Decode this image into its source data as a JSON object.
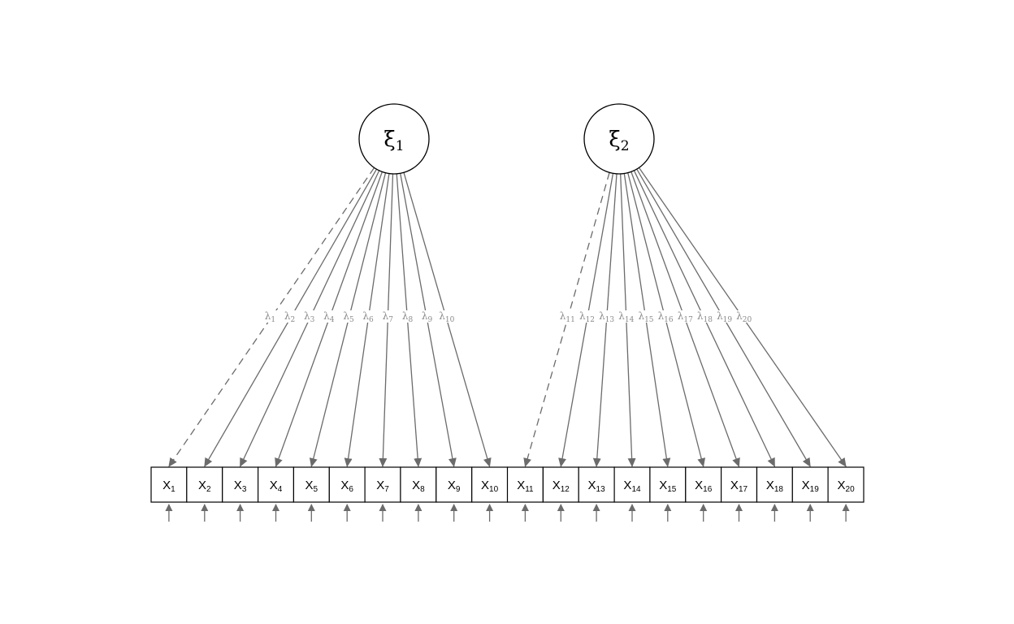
{
  "diagram": {
    "type": "measurement-model",
    "latents": [
      {
        "symbol": "ξ",
        "sub": "1",
        "indicators": [
          0,
          1,
          2,
          3,
          4,
          5,
          6,
          7,
          8,
          9
        ]
      },
      {
        "symbol": "ξ",
        "sub": "2",
        "indicators": [
          10,
          11,
          12,
          13,
          14,
          15,
          16,
          17,
          18,
          19
        ]
      }
    ],
    "indicators": [
      {
        "base": "X",
        "sub": "1"
      },
      {
        "base": "X",
        "sub": "2"
      },
      {
        "base": "X",
        "sub": "3"
      },
      {
        "base": "X",
        "sub": "4"
      },
      {
        "base": "X",
        "sub": "5"
      },
      {
        "base": "X",
        "sub": "6"
      },
      {
        "base": "X",
        "sub": "7"
      },
      {
        "base": "X",
        "sub": "8"
      },
      {
        "base": "X",
        "sub": "9"
      },
      {
        "base": "X",
        "sub": "10"
      },
      {
        "base": "X",
        "sub": "11"
      },
      {
        "base": "X",
        "sub": "12"
      },
      {
        "base": "X",
        "sub": "13"
      },
      {
        "base": "X",
        "sub": "14"
      },
      {
        "base": "X",
        "sub": "15"
      },
      {
        "base": "X",
        "sub": "16"
      },
      {
        "base": "X",
        "sub": "17"
      },
      {
        "base": "X",
        "sub": "18"
      },
      {
        "base": "X",
        "sub": "19"
      },
      {
        "base": "X",
        "sub": "20"
      }
    ],
    "loadings": [
      {
        "from": 0,
        "to": 0,
        "symbol": "λ",
        "sub": "1",
        "fixed": true
      },
      {
        "from": 0,
        "to": 1,
        "symbol": "λ",
        "sub": "2",
        "fixed": false
      },
      {
        "from": 0,
        "to": 2,
        "symbol": "λ",
        "sub": "3",
        "fixed": false
      },
      {
        "from": 0,
        "to": 3,
        "symbol": "λ",
        "sub": "4",
        "fixed": false
      },
      {
        "from": 0,
        "to": 4,
        "symbol": "λ",
        "sub": "5",
        "fixed": false
      },
      {
        "from": 0,
        "to": 5,
        "symbol": "λ",
        "sub": "6",
        "fixed": false
      },
      {
        "from": 0,
        "to": 6,
        "symbol": "λ",
        "sub": "7",
        "fixed": false
      },
      {
        "from": 0,
        "to": 7,
        "symbol": "λ",
        "sub": "8",
        "fixed": false
      },
      {
        "from": 0,
        "to": 8,
        "symbol": "λ",
        "sub": "9",
        "fixed": false
      },
      {
        "from": 0,
        "to": 9,
        "symbol": "λ",
        "sub": "10",
        "fixed": false
      },
      {
        "from": 1,
        "to": 10,
        "symbol": "λ",
        "sub": "11",
        "fixed": true
      },
      {
        "from": 1,
        "to": 11,
        "symbol": "λ",
        "sub": "12",
        "fixed": false
      },
      {
        "from": 1,
        "to": 12,
        "symbol": "λ",
        "sub": "13",
        "fixed": false
      },
      {
        "from": 1,
        "to": 13,
        "symbol": "λ",
        "sub": "14",
        "fixed": false
      },
      {
        "from": 1,
        "to": 14,
        "symbol": "λ",
        "sub": "15",
        "fixed": false
      },
      {
        "from": 1,
        "to": 15,
        "symbol": "λ",
        "sub": "16",
        "fixed": false
      },
      {
        "from": 1,
        "to": 16,
        "symbol": "λ",
        "sub": "17",
        "fixed": false
      },
      {
        "from": 1,
        "to": 17,
        "symbol": "λ",
        "sub": "18",
        "fixed": false
      },
      {
        "from": 1,
        "to": 18,
        "symbol": "λ",
        "sub": "19",
        "fixed": false
      },
      {
        "from": 1,
        "to": 19,
        "symbol": "λ",
        "sub": "20",
        "fixed": false
      }
    ],
    "error_arrows": true,
    "colors": {
      "path": "#6b6b6b",
      "loading_label": "#8a8a8a",
      "outline": "#000000"
    }
  }
}
